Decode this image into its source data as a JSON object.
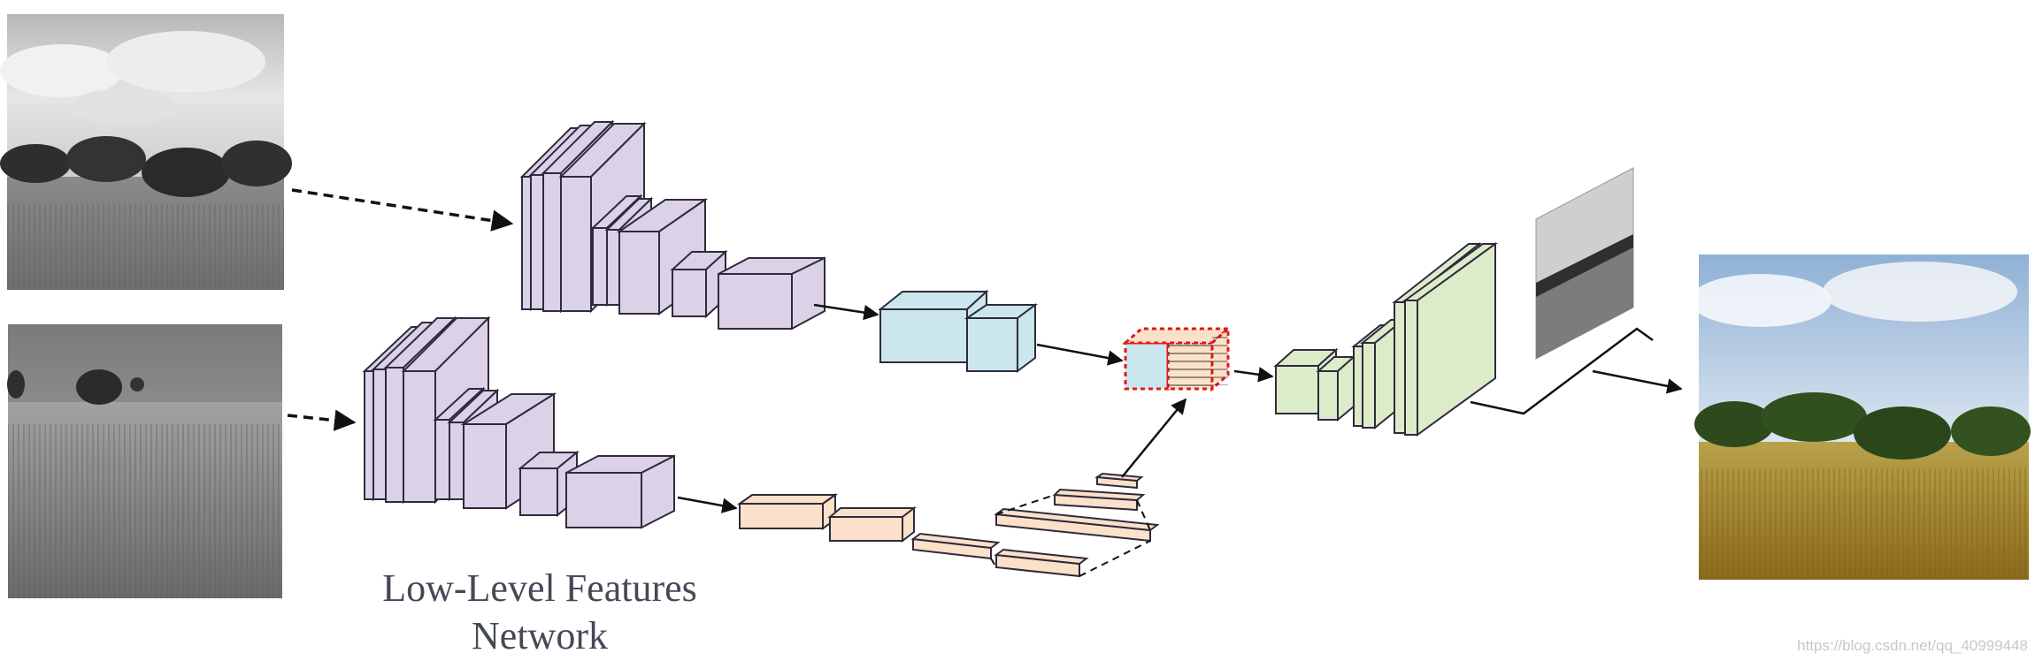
{
  "labels": {
    "network_line1": "Low-Level Features",
    "network_line2": "Network",
    "watermark": "https://blog.csdn.net/qq_40999448"
  },
  "colors": {
    "purple_fill": "#dcd2e8",
    "purple_stroke": "#2f2a3d",
    "cyan_fill": "#cbe6ec",
    "orange_fill": "#fbe1c9",
    "green_fill": "#dcecc9",
    "fusion_border": "#e01818",
    "arrow": "#111111"
  },
  "images": {
    "input_gray_top": "grayscale landscape photo (trees and meadow)",
    "input_gray_bottom": "grayscale wheat field photo",
    "small_gray_copy": "small grayscale landscape (perspective)",
    "output_color": "colorized landscape photo"
  }
}
